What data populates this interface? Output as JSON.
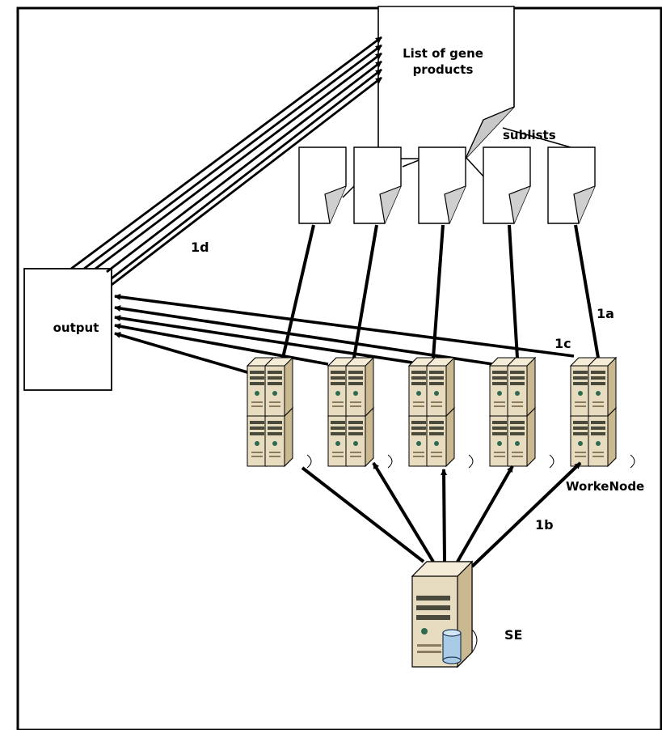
{
  "list_document": {
    "label_line1": "List of gene",
    "label_line2": "products"
  },
  "sublists_label": "sublists",
  "output_box": {
    "label": "output"
  },
  "edge_labels": {
    "step_1a": "1a",
    "step_1b": "1b",
    "step_1c": "1c",
    "step_1d": "1d"
  },
  "worker_node_label": "WorkeNode",
  "storage_element_label": "SE",
  "counts": {
    "sublists": 5,
    "worker_nodes": 5
  },
  "colors": {
    "server_body": "#e8dcc0",
    "server_shade": "#c9b890",
    "server_dark": "#4a4a3c",
    "disk": "#a9cbe6",
    "stroke": "#000000"
  }
}
